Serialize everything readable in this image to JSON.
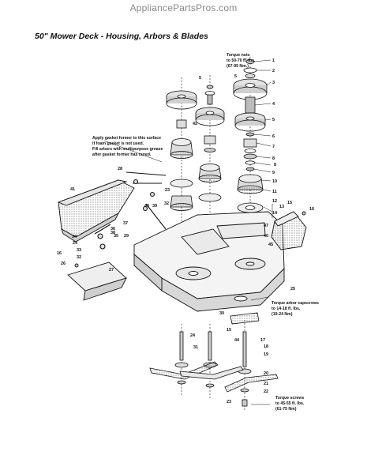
{
  "watermark": "AppliancePartsPros.com",
  "title": "50\" Mower Deck - Housing, Arbors & Blades",
  "callouts": {
    "torque_nuts": [
      "Torque nuts",
      "to 50-70 ft. lbs.",
      "(67-95 Nm.)"
    ],
    "gasket": [
      "Apply gasket former to this surface",
      "if foam gasket is not used.",
      "Fill arbors with multipurpose grease",
      "after gasket former has cured."
    ],
    "torque_capscrews": [
      "Torque arbor capscrews",
      "to 14-18 ft. lbs.",
      "(19-24 Nm)"
    ],
    "torque_screws": [
      "Torque screws",
      "to 45-55 ft. lbs.",
      "(61-75 Nm)"
    ]
  },
  "part_numbers": {
    "n1": "1",
    "n2": "2",
    "n3": "3",
    "n4": "4",
    "n5a": "5",
    "n5b": "5",
    "n5c": "5",
    "n6": "6",
    "n7": "7",
    "n8a": "8",
    "n8b": "8",
    "n9": "9",
    "n10": "10",
    "n11": "11",
    "n12": "12",
    "n13": "13",
    "n14": "14",
    "n15a": "15",
    "n15b": "15",
    "n16a": "16",
    "n16b": "16",
    "n17": "17",
    "n18": "18",
    "n19": "19",
    "n20": "20",
    "n21": "21",
    "n22": "22",
    "n23a": "23",
    "n23b": "23",
    "n24a": "24",
    "n24b": "24",
    "n25": "25",
    "n26": "26",
    "n27": "27",
    "n28": "28",
    "n29": "29",
    "n30": "30",
    "n31": "31",
    "n32a": "32",
    "n32b": "32",
    "n33": "33",
    "n34": "34",
    "n35": "35",
    "n36": "36",
    "n37": "37",
    "n38": "38",
    "n39": "39",
    "n40a": "40",
    "n40b": "40",
    "n41": "41",
    "n42": "42",
    "n44": "44",
    "n45": "45",
    "n47": "47"
  }
}
